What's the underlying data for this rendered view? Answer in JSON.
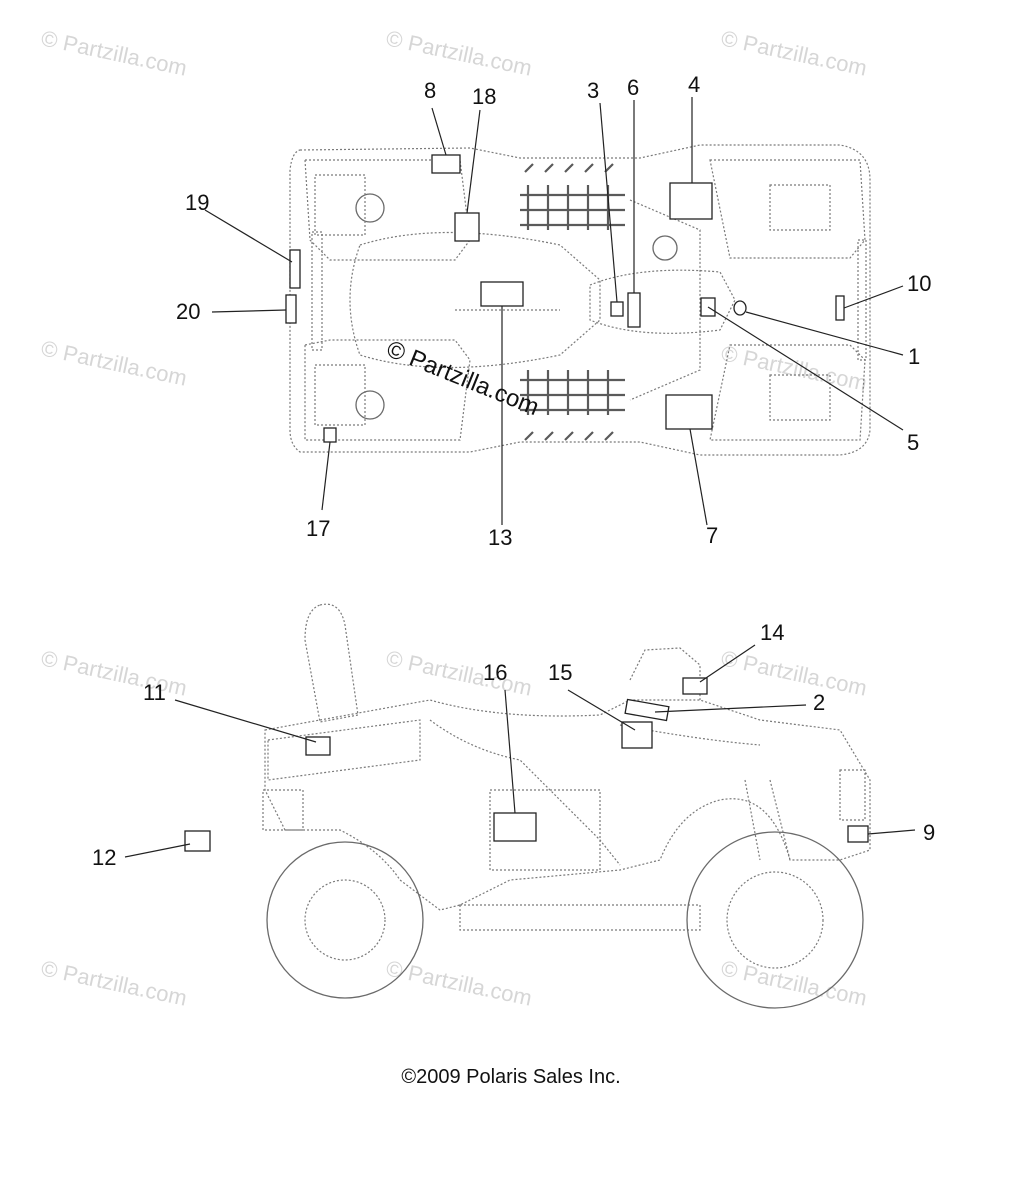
{
  "watermark": {
    "text": "© Partzilla.com",
    "center_text": "© Partzilla.com"
  },
  "copyright": "©2009 Polaris Sales Inc.",
  "callouts": {
    "c1": "1",
    "c2": "2",
    "c3": "3",
    "c4": "4",
    "c5": "5",
    "c6": "6",
    "c7": "7",
    "c8": "8",
    "c9": "9",
    "c10": "10",
    "c11": "11",
    "c12": "12",
    "c13": "13",
    "c14": "14",
    "c15": "15",
    "c16": "16",
    "c17": "17",
    "c18": "18",
    "c19": "19",
    "c20": "20"
  }
}
